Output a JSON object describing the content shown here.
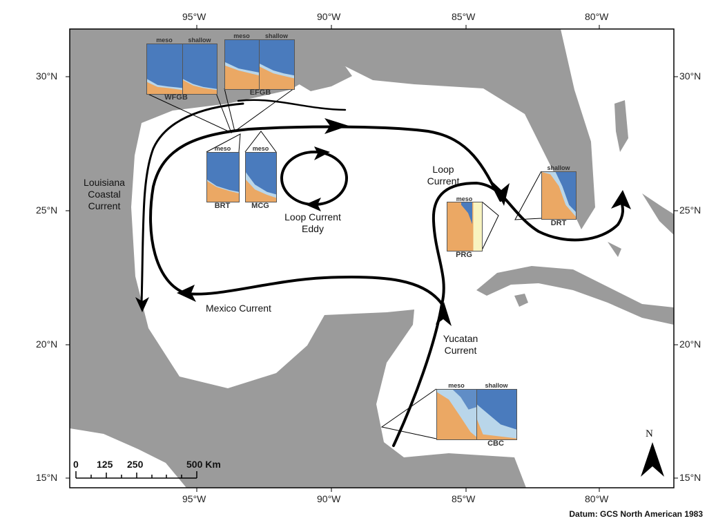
{
  "axes": {
    "lon_top": [
      "95°W",
      "90°W",
      "85°W",
      "80°W"
    ],
    "lon_bottom": [
      "95°W",
      "90°W",
      "85°W",
      "80°W"
    ],
    "lat_left": [
      "30°N",
      "25°N",
      "20°N",
      "15°N"
    ],
    "lat_right": [
      "30°N",
      "25°N",
      "20°N",
      "15°N"
    ]
  },
  "currents": {
    "louisiana": "Louisiana Coastal Current",
    "mexico": "Mexico Current",
    "eddy": "Loop Current Eddy",
    "loop": "Loop Current",
    "yucatan": "Yucatan Current"
  },
  "sites": [
    {
      "id": "WFGB",
      "panels": [
        "meso",
        "shallow"
      ]
    },
    {
      "id": "EFGB",
      "panels": [
        "meso",
        "shallow"
      ]
    },
    {
      "id": "BRT",
      "panels": [
        "meso"
      ]
    },
    {
      "id": "MCG",
      "panels": [
        "meso"
      ]
    },
    {
      "id": "PRG",
      "panels": [
        "meso"
      ]
    },
    {
      "id": "DRT",
      "panels": [
        "shallow"
      ]
    },
    {
      "id": "CBC",
      "panels": [
        "meso",
        "shallow"
      ]
    }
  ],
  "scale_bar": {
    "labels": [
      "0",
      "125",
      "250",
      "500 Km"
    ]
  },
  "north_arrow": "N",
  "datum": "Datum: GCS North American 1983",
  "colors": {
    "land": "#9b9b9b",
    "water": "#ffffff",
    "cluster_blue": "#4a7bbd",
    "cluster_orange": "#eba864",
    "cluster_lightblue": "#b9d6ea",
    "cluster_yellow": "#f8f3c0"
  }
}
